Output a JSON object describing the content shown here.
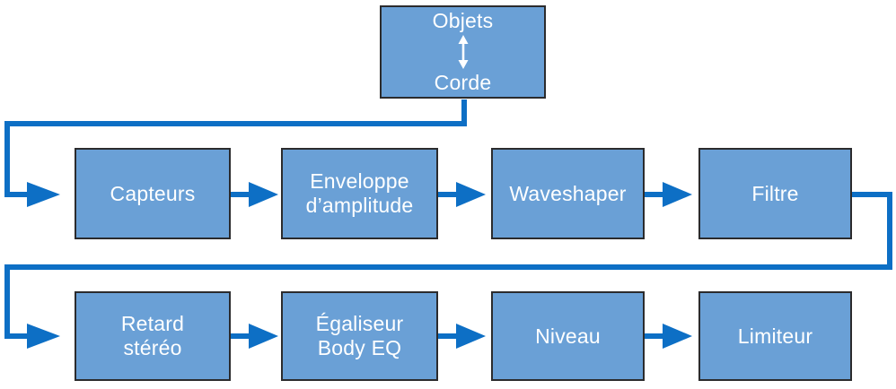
{
  "diagram": {
    "nodes": {
      "top": {
        "id": "objets-corde",
        "lines": [
          "Objets",
          "Corde"
        ]
      },
      "row1": [
        {
          "id": "capteurs",
          "lines": [
            "Capteurs"
          ]
        },
        {
          "id": "enveloppe",
          "lines": [
            "Enveloppe",
            "d’amplitude"
          ]
        },
        {
          "id": "waveshaper",
          "lines": [
            "Waveshaper"
          ]
        },
        {
          "id": "filtre",
          "lines": [
            "Filtre"
          ]
        }
      ],
      "row2": [
        {
          "id": "retard-stereo",
          "lines": [
            "Retard",
            "stéréo"
          ]
        },
        {
          "id": "egaliseur-body-eq",
          "lines": [
            "Égaliseur",
            "Body EQ"
          ]
        },
        {
          "id": "niveau",
          "lines": [
            "Niveau"
          ]
        },
        {
          "id": "limiteur",
          "lines": [
            "Limiteur"
          ]
        }
      ]
    },
    "edges": [
      {
        "from": "objets",
        "to": "corde",
        "bidirectional": true
      },
      {
        "from": "objets-corde",
        "to": "capteurs"
      },
      {
        "from": "capteurs",
        "to": "enveloppe"
      },
      {
        "from": "enveloppe",
        "to": "waveshaper"
      },
      {
        "from": "waveshaper",
        "to": "filtre"
      },
      {
        "from": "filtre",
        "to": "retard-stereo"
      },
      {
        "from": "retard-stereo",
        "to": "egaliseur-body-eq"
      },
      {
        "from": "egaliseur-body-eq",
        "to": "niveau"
      },
      {
        "from": "niveau",
        "to": "limiteur"
      }
    ],
    "colors": {
      "box_fill": "#6aa0d6",
      "box_border": "#2b2b2d",
      "connector": "#0d6fc5",
      "text": "#ffffff",
      "background": "#ffffff"
    }
  }
}
